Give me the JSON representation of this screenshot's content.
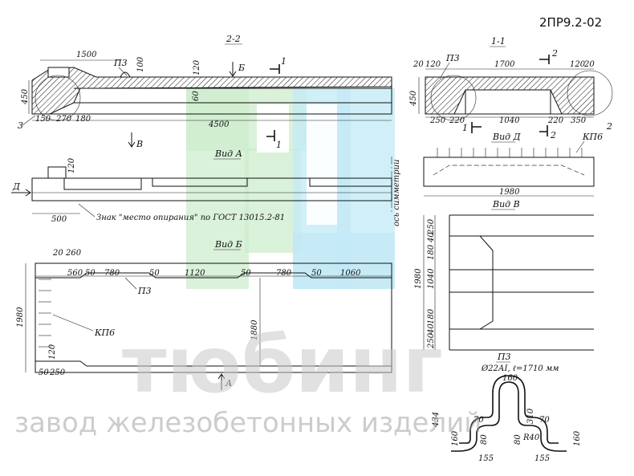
{
  "product_code": "2ПР9.2-02",
  "watermark": {
    "title": "тюбинг",
    "subtitle": "завод железобетонных изделий"
  },
  "section_22": {
    "title": "2-2",
    "dims": {
      "d1500": "1500",
      "d4500": "4500",
      "d150": "150",
      "d270": "270",
      "d180": "180",
      "d450": "450",
      "d100": "100",
      "d120": "120",
      "d60": "60"
    },
    "labels": {
      "p3": "П3",
      "b": "Б",
      "v": "В",
      "one": "1",
      "three": "3"
    }
  },
  "section_11": {
    "title": "1-1",
    "dims": {
      "d20a": "20",
      "d120a": "120",
      "d1700": "1700",
      "d120b": "120",
      "d20b": "20",
      "d450": "450",
      "d250": "250",
      "d220a": "220",
      "d1040": "1040",
      "d220b": "220",
      "d350": "350"
    },
    "labels": {
      "p3": "П3",
      "two_a": "2",
      "two_b": "2",
      "one": "1"
    }
  },
  "view_a": {
    "title": "Вид А",
    "dims": {
      "d120": "120",
      "d500": "500"
    },
    "labels": {
      "d": "Д"
    },
    "note": "Знак \"место опирания\" по ГОСТ 13015.2-81",
    "axis_label": "ось симметрии"
  },
  "view_d": {
    "title": "Вид Д",
    "dims": {
      "d1980": "1980"
    },
    "labels": {
      "kp6": "КП6",
      "two": "2"
    }
  },
  "view_v": {
    "title": "Вид В",
    "dims": {
      "d250a": "250",
      "d40a": "40",
      "d180a": "180",
      "d1040": "1040",
      "d180b": "180",
      "d40b": "40",
      "d250b": "250",
      "d1980": "1980"
    }
  },
  "view_b": {
    "title": "Вид Б",
    "dims": {
      "d20": "20",
      "d260": "260",
      "d560": "560",
      "d50a": "50",
      "d780a": "780",
      "d50b": "50",
      "d1120": "1120",
      "d50c": "50",
      "d780b": "780",
      "d50d": "50",
      "d1060": "1060",
      "d1980": "1980",
      "d1880": "1880",
      "d120": "120",
      "d50e": "50",
      "d250": "250"
    },
    "labels": {
      "p3": "П3",
      "kp6": "КП6",
      "a": "А"
    }
  },
  "p3_detail": {
    "title": "П3",
    "spec": "Ø22АI, ℓ=1710 мм",
    "dims": {
      "d160top": "160",
      "d434": "434",
      "d70a": "70",
      "d310": "310",
      "d70b": "70",
      "d160l": "160",
      "d80a": "80",
      "d80b": "80",
      "d155a": "155",
      "d155b": "155",
      "r40": "R40",
      "d160r": "160"
    }
  },
  "colors": {
    "logo_green": "#cdeccd",
    "logo_blue": "#c2e9f5",
    "watermark_gray": "#c9c9c9"
  }
}
